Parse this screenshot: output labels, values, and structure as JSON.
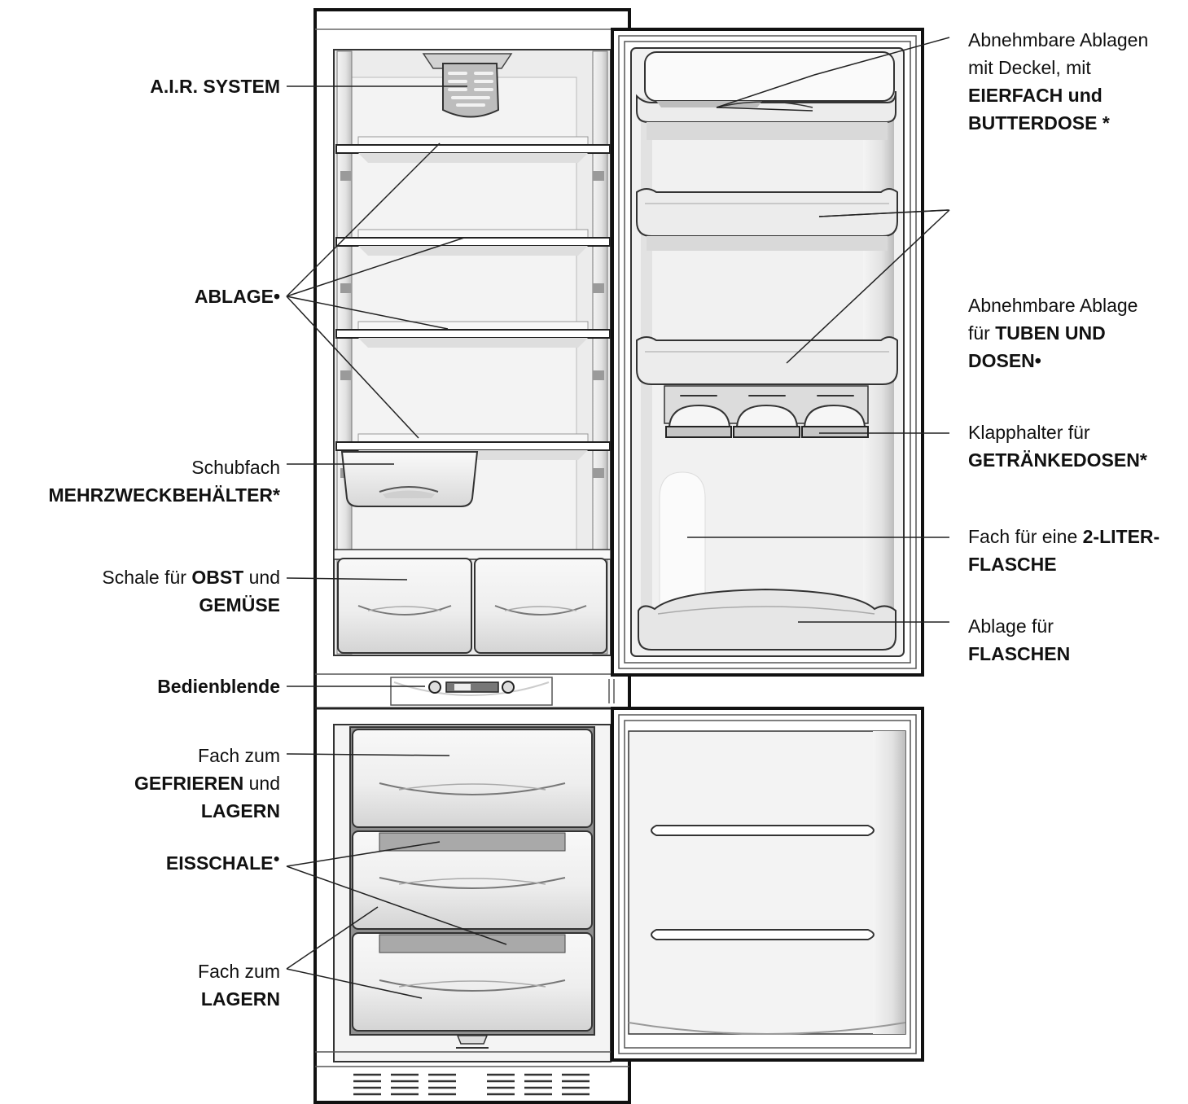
{
  "labels": {
    "air_system": "A.I.R. SYSTEM",
    "ablage": "ABLAGE•",
    "schubfach_l1": "Schubfach",
    "schubfach_l2": "MEHRZWECKBEHÄLTER*",
    "schale_pre": "Schale für ",
    "schale_bold1": "OBST",
    "schale_mid": " und",
    "schale_bold2": "GEMÜSE",
    "bedienblende": "Bedienblende",
    "gefrieren_l1": "Fach zum",
    "gefrieren_bold": "GEFRIEREN",
    "gefrieren_und": " und",
    "gefrieren_l3": "LAGERN",
    "eisschale": "EISSCHALE",
    "eisschale_mark": "●",
    "lagern_l1": "Fach zum",
    "lagern_l2": "LAGERN",
    "ablagen_l1": "Abnehmbare Ablagen",
    "ablagen_l2": "mit Deckel, mit",
    "ablagen_l3": "EIERFACH und",
    "ablagen_l4": "BUTTERDOSE *",
    "tuben_l1": "Abnehmbare Ablage",
    "tuben_pre": "für ",
    "tuben_bold": "TUBEN UND",
    "tuben_l3": "DOSEN•",
    "klapp_l1": "Klapphalter für",
    "klapp_l2": "GETRÄNKEDOSEN*",
    "fach_pre": "Fach für eine ",
    "fach_bold": "2-LITER-",
    "fach_l2": "FLASCHE",
    "flaschen_l1": "Ablage für",
    "flaschen_l2": "FLASCHEN"
  },
  "colors": {
    "outline": "#111111",
    "interior": "#e9e9e9",
    "panel": "#f6f6f6",
    "shadow": "#cfcfcf",
    "tray": "#a9a9a9",
    "leader": "#222222"
  }
}
